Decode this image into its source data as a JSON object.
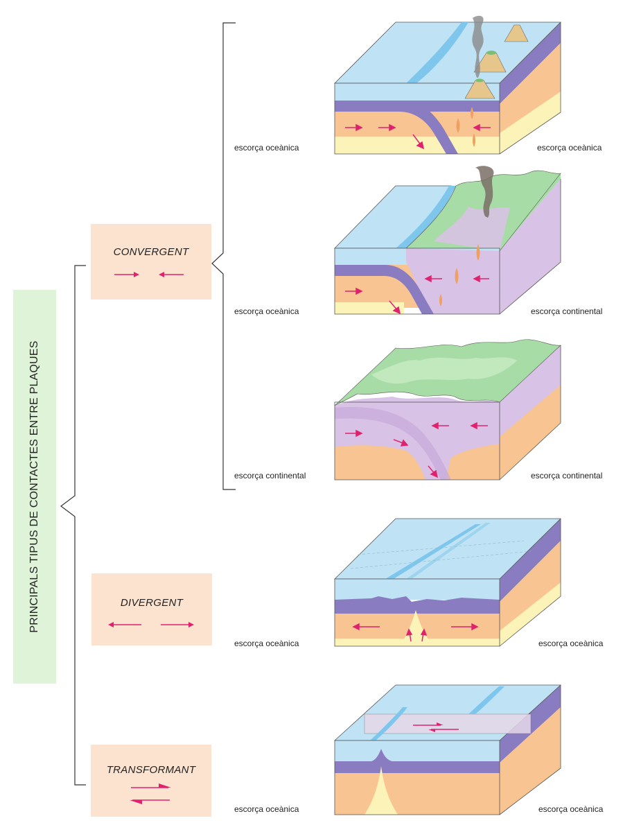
{
  "title": "PRINCIPALS TIPUS DE CONTACTES ENTRE PLAQUES",
  "types": {
    "convergent": "CONVERGENT",
    "divergent": "DIVERGENT",
    "transform": "TRANSFORMANT"
  },
  "labels": {
    "oceanic": "escorça oceànica",
    "continental": "escorça continental"
  },
  "colors": {
    "water": "#bfe3f4",
    "oceanic_crust": "#8a7cc0",
    "continental_crust": "#d8c2e6",
    "mantle": "#f8c592",
    "deep_mantle": "#fbf3b8",
    "land": "#a8dca6",
    "arrow": "#e0226e",
    "title_panel": "#dff3d9",
    "type_panel": "#fbe3cf"
  }
}
